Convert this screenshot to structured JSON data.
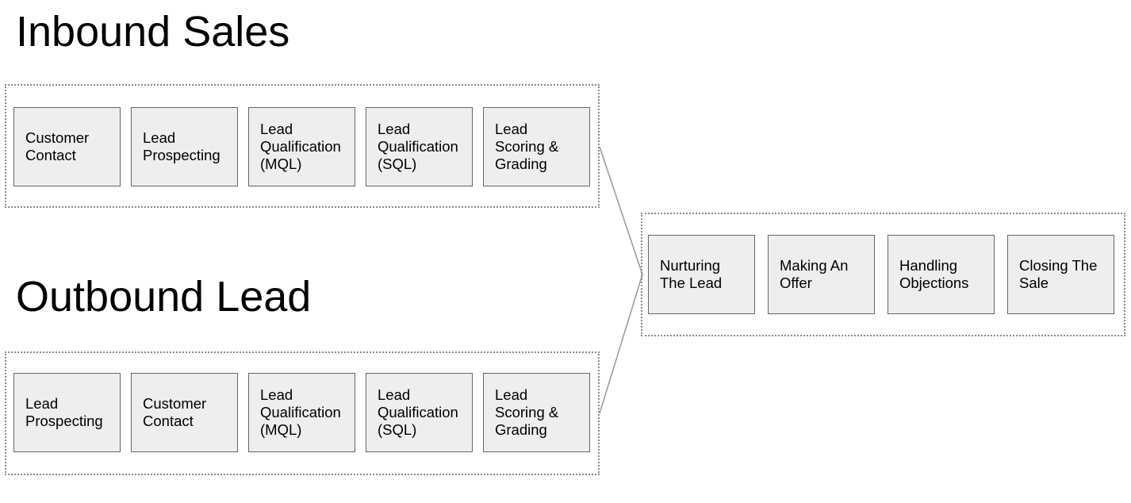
{
  "headings": {
    "inbound": "Inbound Sales",
    "outbound": "Outbound Lead"
  },
  "inbound_steps": [
    "Customer Contact",
    "Lead Prospecting",
    "Lead Qualification (MQL)",
    "Lead Qualification (SQL)",
    "Lead Scoring & Grading"
  ],
  "outbound_steps": [
    "Lead Prospecting",
    "Customer Contact",
    "Lead Qualification (MQL)",
    "Lead Qualification (SQL)",
    "Lead Scoring & Grading"
  ],
  "closing_steps": [
    "Nurturing The Lead",
    "Making An Offer",
    "Handling Objections",
    "Closing The Sale"
  ],
  "colors": {
    "box_fill": "#eeeeee",
    "box_border": "#666666",
    "group_border": "#8a8a8a",
    "connector": "#999999"
  }
}
